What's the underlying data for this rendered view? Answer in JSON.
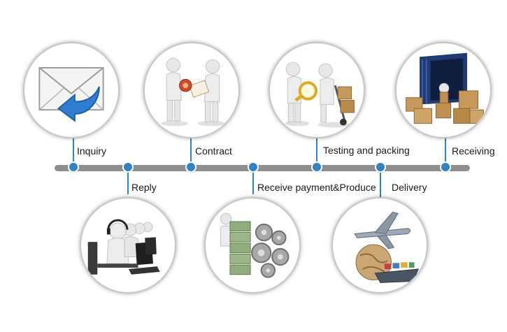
{
  "colors": {
    "accent": "#2f83c6",
    "line": "#8e8e8e",
    "circle_border": "#c8c8c8"
  },
  "steps": [
    {
      "label": "Inquiry",
      "icon": "envelope-reply-icon",
      "position": "top"
    },
    {
      "label": "Reply",
      "icon": "call-center-icon",
      "position": "bottom"
    },
    {
      "label": "Contract",
      "icon": "handshake-contract-icon",
      "position": "top"
    },
    {
      "label": "Receive payment&Produce",
      "icon": "money-gears-icon",
      "position": "bottom"
    },
    {
      "label": "Testing and packing",
      "icon": "inspection-cart-icon",
      "position": "top"
    },
    {
      "label": "Delivery",
      "icon": "plane-ship-globe-icon",
      "position": "bottom"
    },
    {
      "label": "Receiving",
      "icon": "container-boxes-icon",
      "position": "top"
    }
  ]
}
